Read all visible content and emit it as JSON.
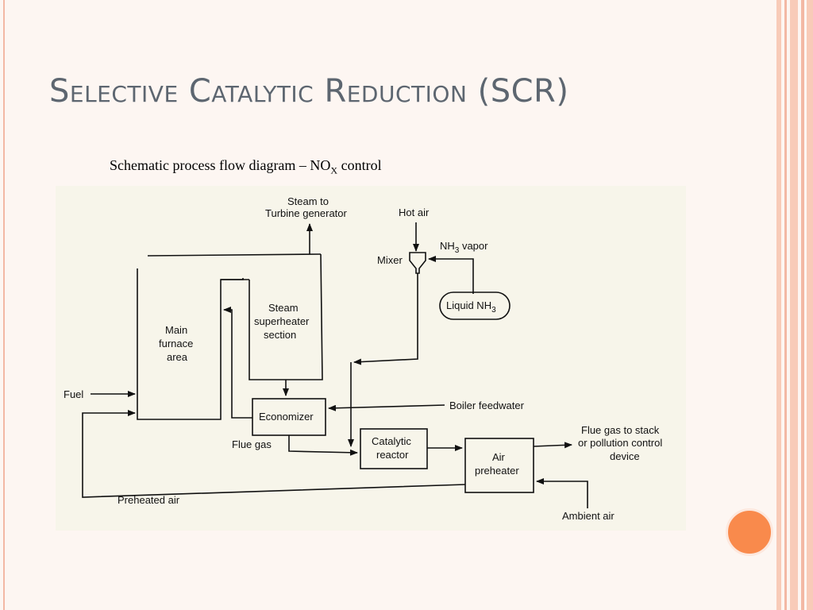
{
  "slide": {
    "title": "Selective Catalytic Reduction (SCR)",
    "subtitle_main": "Schematic process flow diagram – NO",
    "subtitle_sub": "X",
    "subtitle_tail": " control"
  },
  "diagram": {
    "steam_to_line1": "Steam to",
    "steam_to_line2": "Turbine generator",
    "hot_air": "Hot air",
    "mixer": "Mixer",
    "nh3_vapor_main": "NH",
    "nh3_vapor_sub": "3",
    "nh3_vapor_tail": " vapor",
    "liquid_nh3_main": "Liquid NH",
    "liquid_nh3_sub": "3",
    "main_furnace_line1": "Main",
    "main_furnace_line2": "furnace",
    "main_furnace_line3": "area",
    "steam_superheater_line1": "Steam",
    "steam_superheater_line2": "superheater",
    "steam_superheater_line3": "section",
    "fuel": "Fuel",
    "economizer": "Economizer",
    "boiler_feedwater": "Boiler feedwater",
    "flue_gas": "Flue gas",
    "catalytic_reactor_line1": "Catalytic",
    "catalytic_reactor_line2": "reactor",
    "air_preheater_line1": "Air",
    "air_preheater_line2": "preheater",
    "flue_gas_stack_line1": "Flue gas to stack",
    "flue_gas_stack_line2": "or pollution control",
    "flue_gas_stack_line3": "device",
    "preheated_air": "Preheated air",
    "ambient_air": "Ambient air"
  },
  "colors": {
    "accent": "#f98a4c",
    "title": "#5d6670",
    "stripe": "#f3b8a4"
  }
}
